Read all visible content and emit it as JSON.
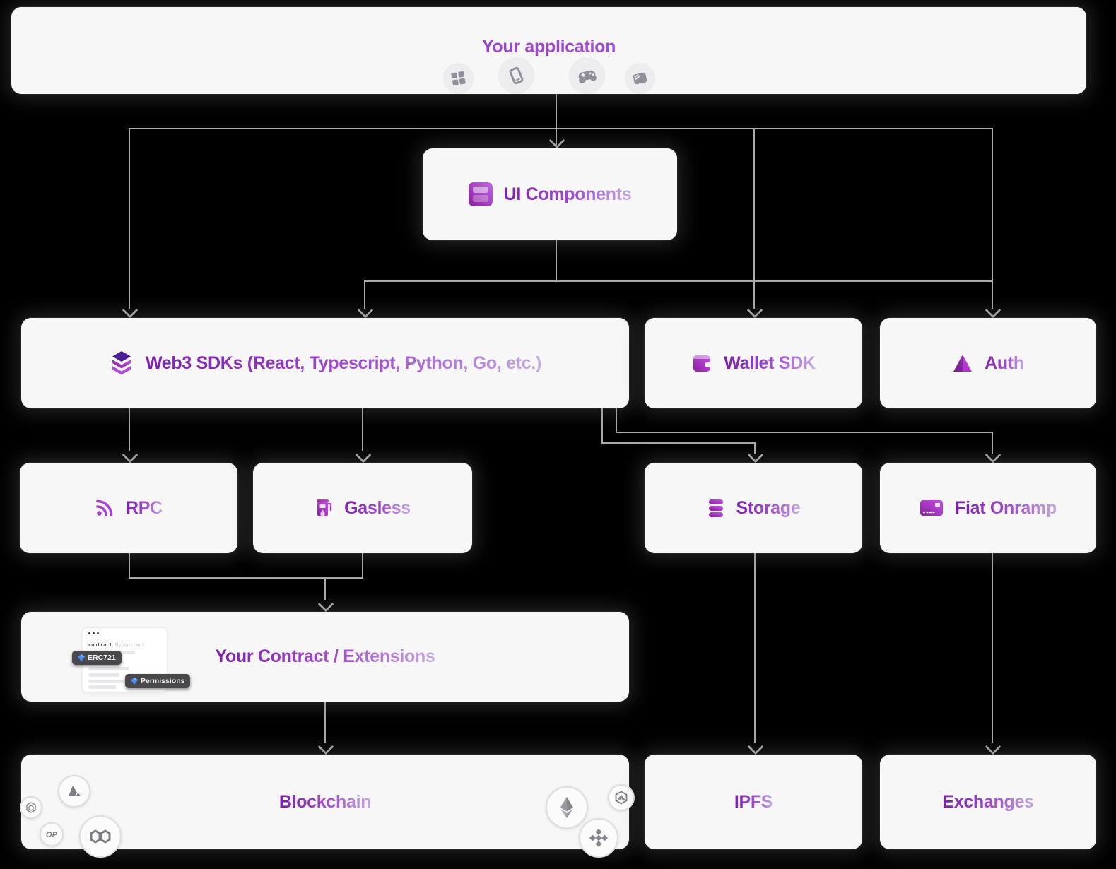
{
  "palette": {
    "background": "#000000",
    "box_bg": "#f7f7f8",
    "line": "#a9a9a9",
    "text_gradient_start": "#7c1fae",
    "text_gradient_end": "#c2a9e3",
    "icon_gradient_start": "#bb4fe0",
    "icon_gradient_end": "#7a1790",
    "badge_bg": "#48484d",
    "gem_blue": "#4f8ef7",
    "chain_glyph_gray": "#83838b"
  },
  "nodes": {
    "application": {
      "label": "Your application"
    },
    "ui": {
      "label": "UI Components",
      "icon": "ui-components-icon"
    },
    "web3": {
      "label": "Web3 SDKs (React, Typescript, Python, Go, etc.)",
      "icon": "layers-icon"
    },
    "wallet": {
      "label": "Wallet SDK",
      "icon": "wallet-icon"
    },
    "auth": {
      "label": "Auth",
      "icon": "triangle-icon"
    },
    "rpc": {
      "label": "RPC",
      "icon": "rss-icon"
    },
    "gasless": {
      "label": "Gasless",
      "icon": "gas-pump-icon"
    },
    "storage": {
      "label": "Storage",
      "icon": "database-icon"
    },
    "fiat": {
      "label": "Fiat Onramp",
      "icon": "credit-card-icon"
    },
    "contract": {
      "label": "Your Contract / Extensions"
    },
    "blockchain": {
      "label": "Blockchain"
    },
    "ipfs": {
      "label": "IPFS"
    },
    "exchanges": {
      "label": "Exchanges"
    }
  },
  "app_icons": [
    "grid-icon",
    "smartphone-icon",
    "gamepad-icon",
    "browser-window-icon"
  ],
  "contract_card": {
    "code_keyword": "contract",
    "code_name": "MyContract",
    "badges": [
      {
        "label": "ERC721",
        "icon": "gem-icon"
      },
      {
        "label": "Permissions",
        "icon": "gem-icon"
      }
    ]
  },
  "blockchain_icons": {
    "names": [
      "hexagon-chain-icon",
      "avalanche-icon",
      "optimism-icon",
      "polygon-icon",
      "ethereum-icon",
      "hexagon-grid-icon",
      "bnb-icon"
    ],
    "op_label": "OP"
  }
}
